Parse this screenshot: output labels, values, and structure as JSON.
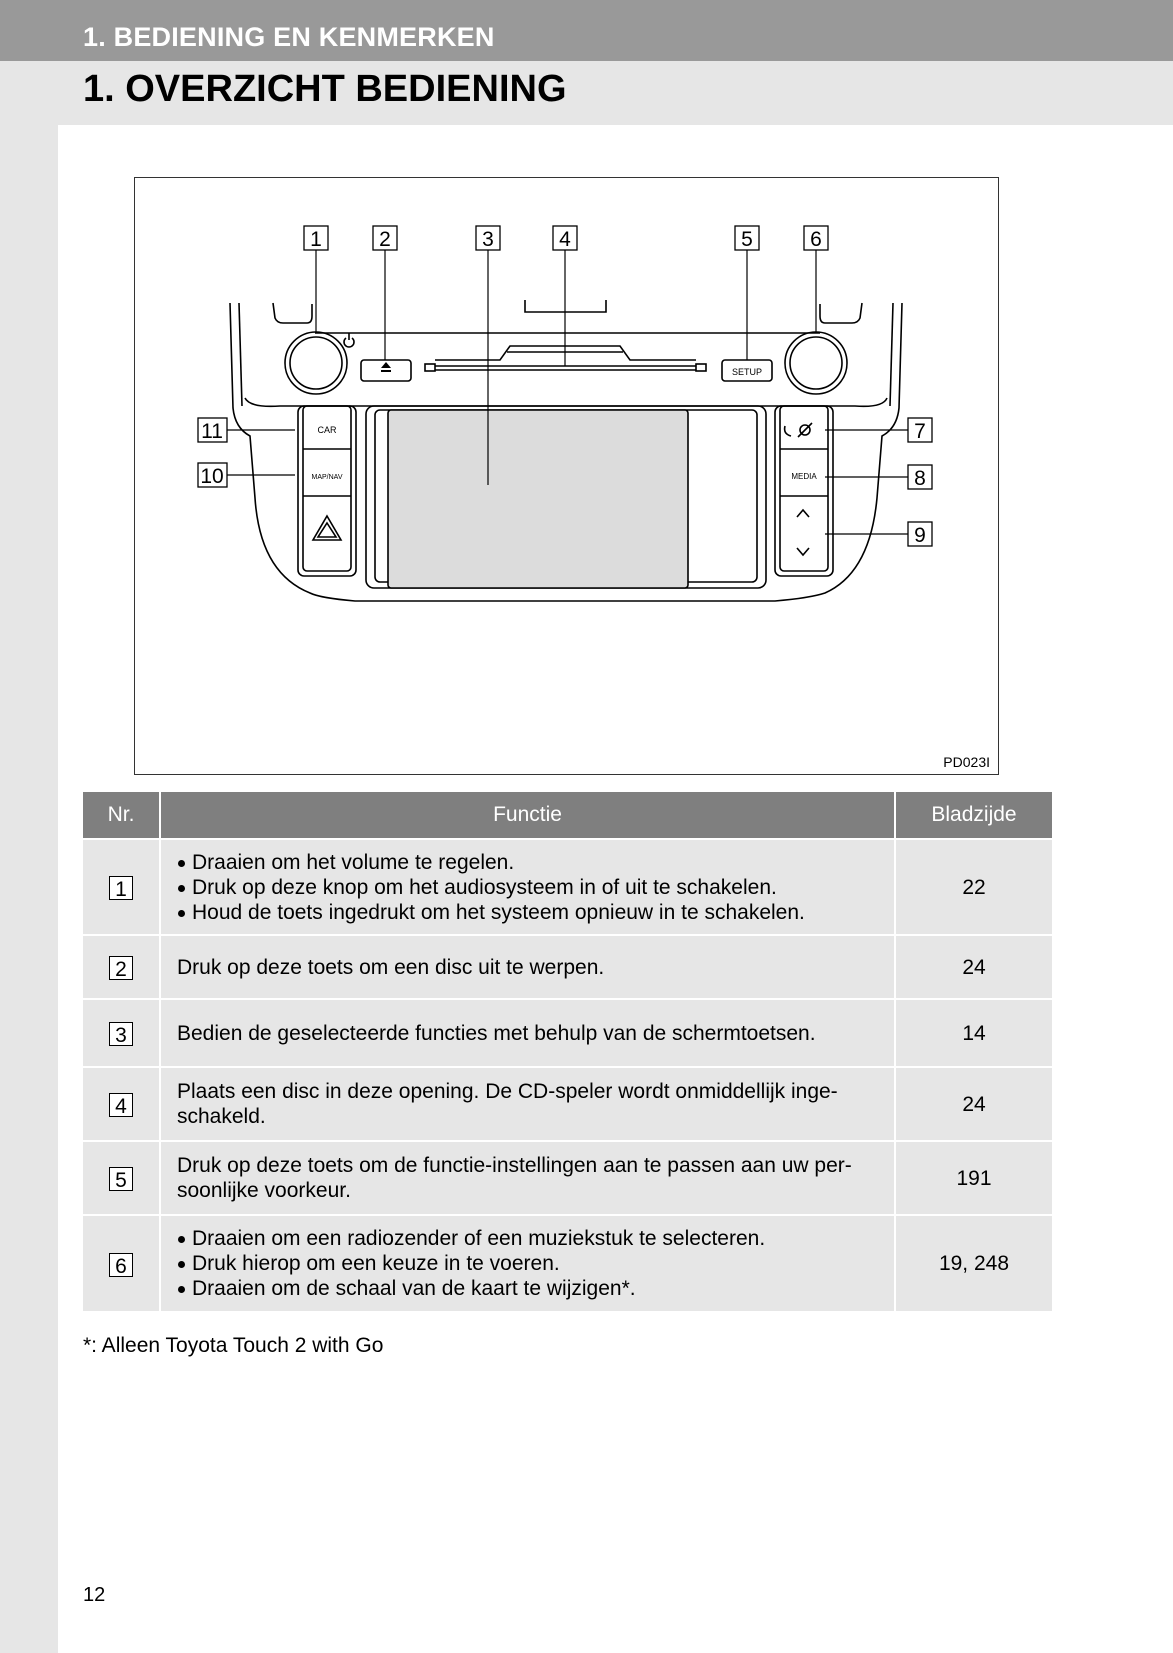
{
  "header": {
    "section": "1. BEDIENING EN KENMERKEN",
    "title": "1. OVERZICHT BEDIENING"
  },
  "figure": {
    "code": "PD023I",
    "callouts": [
      "1",
      "2",
      "3",
      "4",
      "5",
      "6",
      "7",
      "8",
      "9",
      "10",
      "11"
    ],
    "button_labels": {
      "setup": "SETUP",
      "car": "CAR",
      "map_nav": "MAP/NAV",
      "media": "MEDIA"
    }
  },
  "table": {
    "headers": {
      "nr": "Nr.",
      "function": "Functie",
      "page": "Bladzijde"
    },
    "rows": [
      {
        "nr": "1",
        "bullets": [
          "Draaien om het volume te regelen.",
          "Druk op deze knop om het audiosysteem in of uit te schakelen.",
          "Houd de toets ingedrukt om het systeem opnieuw in te schakelen."
        ],
        "page": "22"
      },
      {
        "nr": "2",
        "text": "Druk op deze toets om een disc uit te werpen.",
        "page": "24"
      },
      {
        "nr": "3",
        "text": "Bedien de geselecteerde functies met behulp van de schermtoetsen.",
        "page": "14"
      },
      {
        "nr": "4",
        "text": "Plaats een disc in deze opening. De CD-speler wordt onmiddellijk inge-schakeld.",
        "page": "24"
      },
      {
        "nr": "5",
        "text": "Druk op deze toets om de functie-instellingen aan te passen aan uw per-soonlijke voorkeur.",
        "page": "191"
      },
      {
        "nr": "6",
        "bullets": [
          "Draaien om een radiozender of een muziekstuk te selecteren.",
          "Druk hierop om een keuze in te voeren.",
          "Draaien om de schaal van de kaart te wijzigen*."
        ],
        "page": "19, 248"
      }
    ]
  },
  "footnote": "*: Alleen Toyota Touch 2 with Go",
  "page_number": "12"
}
